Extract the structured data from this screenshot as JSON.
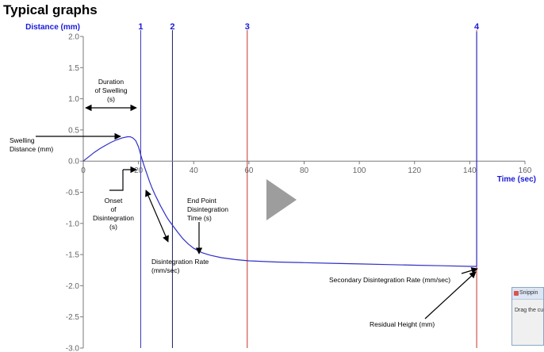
{
  "page": {
    "title": "Typical graphs"
  },
  "chart_data": {
    "type": "line",
    "xlabel": "Time (sec)",
    "ylabel": "Distance (mm)",
    "xlim": [
      0,
      160
    ],
    "ylim": [
      -3.0,
      2.0
    ],
    "x_ticks": [
      0,
      20,
      40,
      60,
      80,
      100,
      120,
      140,
      160
    ],
    "y_ticks": [
      2.0,
      1.5,
      1.0,
      0.5,
      0.0,
      -0.5,
      -1.0,
      -1.5,
      -2.0,
      -2.5,
      -3.0
    ],
    "y_tick_labels": [
      "2.0",
      "1.5",
      "1.0",
      "0.5",
      "0.0",
      "-0.5",
      "-1.0",
      "-1.5",
      "-2.0",
      "-2.5",
      "-3.0"
    ],
    "series": [
      {
        "x": [
          0,
          2,
          4,
          6,
          8,
          10,
          12,
          14,
          16,
          17,
          18,
          19,
          20,
          21,
          22,
          23,
          24,
          25,
          26,
          27,
          28,
          29,
          30,
          31,
          32,
          34,
          36,
          38,
          40,
          43,
          46,
          50,
          55,
          60,
          70,
          80,
          90,
          100,
          110,
          120,
          130,
          140,
          142.5
        ],
        "y": [
          0.0,
          0.07,
          0.14,
          0.2,
          0.25,
          0.3,
          0.34,
          0.37,
          0.39,
          0.39,
          0.37,
          0.33,
          0.23,
          0.07,
          -0.07,
          -0.2,
          -0.33,
          -0.44,
          -0.54,
          -0.63,
          -0.72,
          -0.8,
          -0.88,
          -0.95,
          -1.01,
          -1.13,
          -1.24,
          -1.33,
          -1.4,
          -1.47,
          -1.51,
          -1.55,
          -1.58,
          -1.6,
          -1.62,
          -1.63,
          -1.64,
          -1.65,
          -1.66,
          -1.67,
          -1.68,
          -1.69,
          -1.69
        ]
      }
    ],
    "markers": [
      {
        "label": "1",
        "x": 20.8,
        "color": "#3030b8"
      },
      {
        "label": "2",
        "x": 32.3,
        "color": "#202060"
      },
      {
        "label": "3",
        "x": 59.4,
        "color": "#c83232"
      },
      {
        "label": "4",
        "x": 142.5,
        "color": "#c83232"
      }
    ],
    "annotations": {
      "duration_of_swelling": [
        "Duration",
        "of Swelling",
        "(s)"
      ],
      "swelling_distance": [
        "Swelling",
        "Distance (mm)"
      ],
      "onset_of_disintegration": [
        "Onset",
        "of",
        "Disintegration",
        "(s)"
      ],
      "end_point_disintegration_time": [
        "End Point",
        "Disintegration",
        "Time (s)"
      ],
      "disintegration_rate": [
        "Disintegration Rate",
        "(mm/sec)"
      ],
      "secondary_disintegration_rate": [
        "Secondary Disintegration Rate (mm/sec)"
      ],
      "residual_height": [
        "Residual Height (mm)"
      ]
    }
  },
  "overlay": {
    "play_button_icon": "play-icon",
    "snipping_window": {
      "title": "Snippin",
      "text": "Drag the curs"
    }
  }
}
